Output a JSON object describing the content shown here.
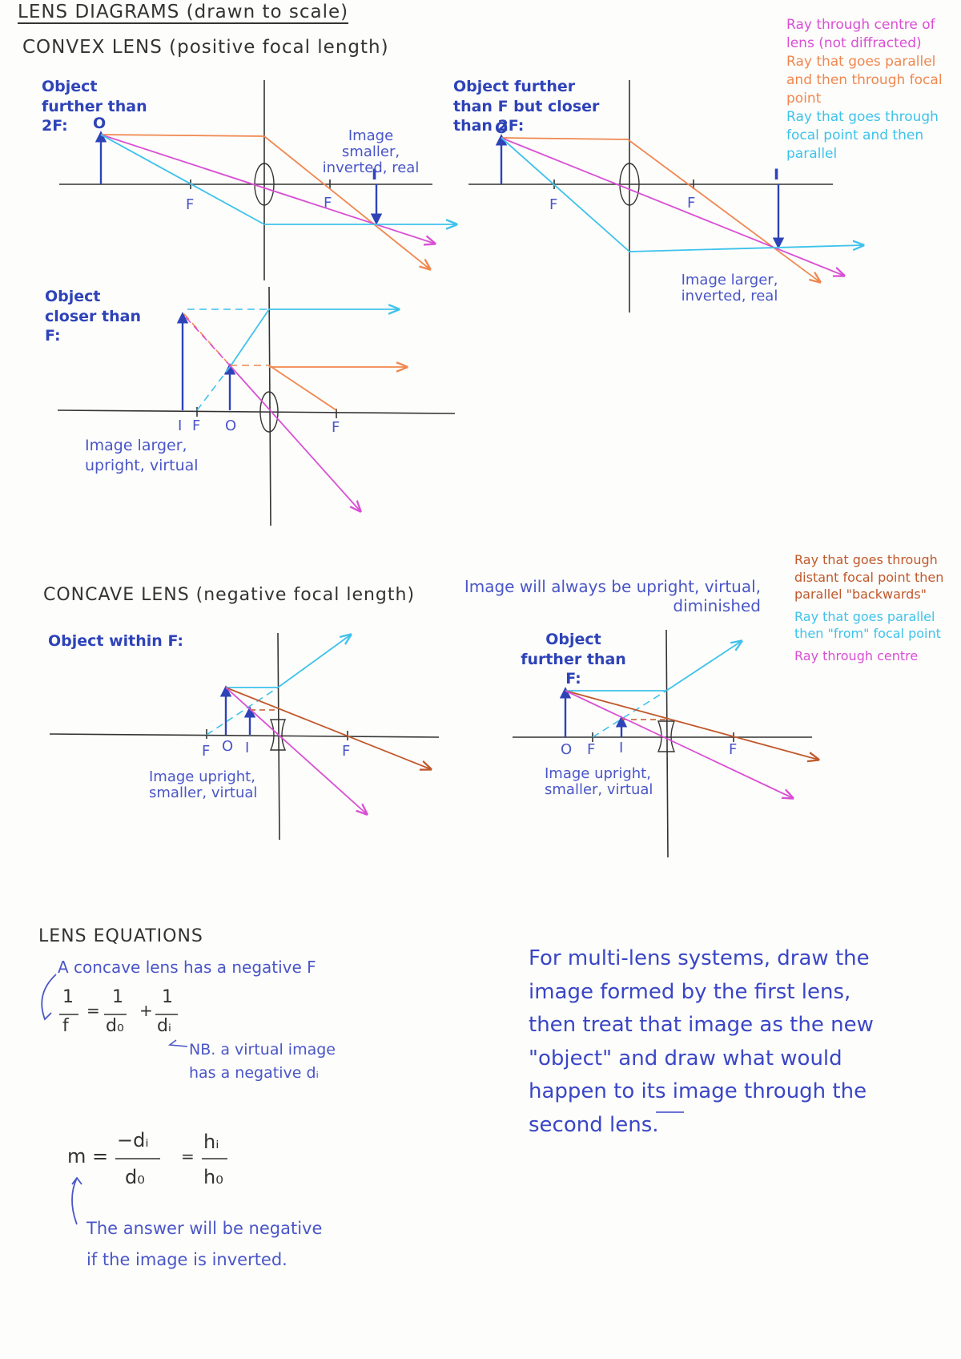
{
  "heading": "LENS DIAGRAMS (drawn to scale)",
  "convex": {
    "title": "CONVEX LENS (positive focal length)",
    "legend": [
      {
        "text": "Ray through centre of lens (not diffracted)",
        "color": "#d94fd4"
      },
      {
        "text": "Ray that goes parallel and then through focal point",
        "color": "#f0874f"
      },
      {
        "text": "Ray that goes through focal point and then parallel",
        "color": "#3ec2ec"
      }
    ],
    "d1": {
      "label": "Object further than 2F:",
      "o": "O",
      "i": "I",
      "f": "F",
      "note": "Image smaller, inverted, real"
    },
    "d2": {
      "label": "Object further than F but closer than 2F:",
      "o": "O",
      "i": "I",
      "f": "F",
      "note": "Image larger, inverted, real"
    },
    "d3": {
      "label": "Object closer than F:",
      "i": "I",
      "f": "F",
      "o": "O",
      "note": "Image larger, upright, virtual"
    }
  },
  "concave": {
    "title": "CONCAVE LENS (negative focal length)",
    "summary": "Image will always be upright, virtual, diminished",
    "legend": [
      {
        "text": "Ray that goes through distant focal point then parallel \"backwards\"",
        "color": "#c0582b"
      },
      {
        "text": "Ray that goes parallel then \"from\" focal point",
        "color": "#3ec2ec"
      },
      {
        "text": "Ray through centre",
        "color": "#d94fd4"
      }
    ],
    "d4": {
      "label": "Object within F:",
      "f": "F",
      "o": "O",
      "i": "I",
      "note": "Image upright, smaller, virtual"
    },
    "d5": {
      "label": "Object further than F:",
      "o": "O",
      "f": "F",
      "i": "I",
      "note": "Image upright, smaller, virtual"
    }
  },
  "equations": {
    "title": "LENS EQUATIONS",
    "concave_note": "A concave lens has a negative F",
    "eq1": {
      "a": "1",
      "f": "f",
      "eq": "=",
      "b": "1",
      "do": "d₀",
      "plus": "+",
      "c": "1",
      "di": "dᵢ"
    },
    "virtual_note": "NB. a virtual image has a negative dᵢ",
    "eq2": {
      "m": "m =",
      "num": "−dᵢ",
      "den": "d₀",
      "eq": "=",
      "hi": "hᵢ",
      "ho": "h₀"
    },
    "mag_note": "The answer will be negative if the image is inverted.",
    "multi_lens": "For multi-lens systems, draw the image formed by the first lens, then treat that image as the new \"object\" and draw what would happen to its image through the second lens."
  },
  "colors": {
    "pink": "#d94fd4",
    "orange": "#f0874f",
    "cyan": "#3ec2ec",
    "brown": "#c0582b",
    "blue": "#2e43b8",
    "axis": "#333333"
  }
}
